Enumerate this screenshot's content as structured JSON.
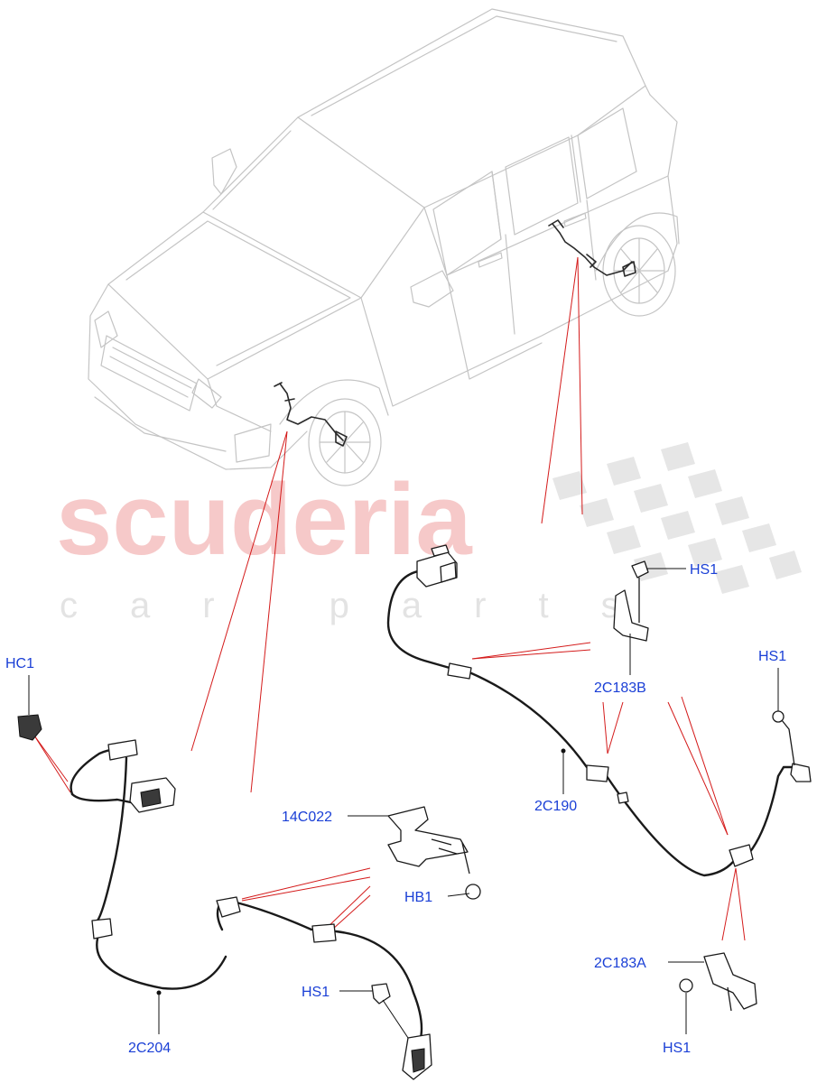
{
  "watermark": {
    "brand": "scuderia",
    "tagline": "car parts"
  },
  "labels": {
    "hs1_top_right_bracket": "HS1",
    "hs1_right_sensor": "HS1",
    "hc1": "HC1",
    "part_2c183b": "2C183B",
    "part_14c022": "14C022",
    "part_2c190": "2C190",
    "part_hb1": "HB1",
    "part_2c183a": "2C183A",
    "hs1_left_sensor": "HS1",
    "part_2c204": "2C204",
    "hs1_bottom_right": "HS1"
  }
}
